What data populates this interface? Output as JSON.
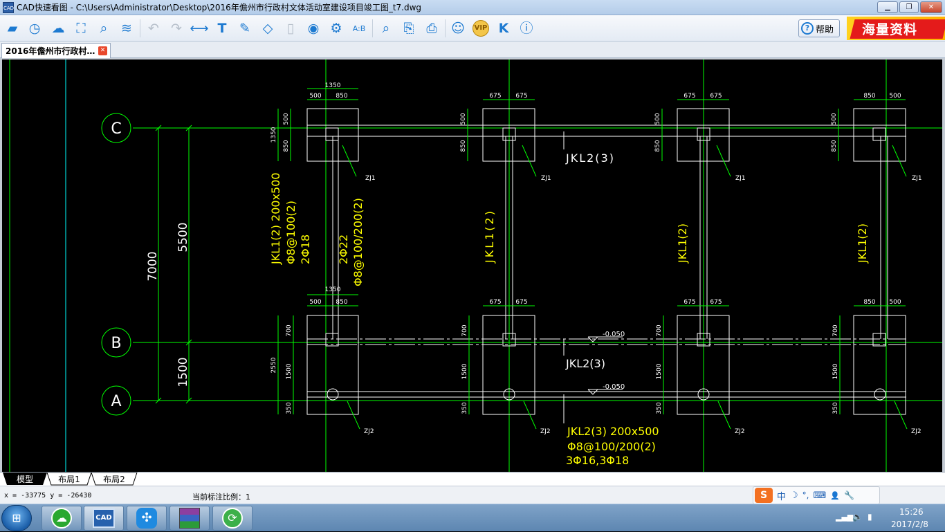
{
  "window": {
    "title": "CAD快速看图 - C:\\Users\\Administrator\\Desktop\\2016年儋州市行政村文体活动室建设项目竣工图_t7.dwg",
    "icon_label": "CAD",
    "minimize_icon": "minimize-icon",
    "maximize_icon": "restore-icon",
    "close_icon": "close-icon"
  },
  "toolbar": {
    "icons": [
      "open-folder-icon",
      "history-icon",
      "cloud-icon",
      "fit-screen-icon",
      "zoom-window-icon",
      "layers-icon",
      "undo-icon",
      "redo-icon",
      "measure-icon",
      "text-icon",
      "pen-icon",
      "eraser-icon",
      "delete-icon",
      "hide-icon",
      "settings-icon",
      "units-icon",
      "search-icon",
      "export-icon",
      "print-icon",
      "account-icon",
      "vip-icon",
      "k-icon",
      "info-icon"
    ],
    "help_label": "帮助",
    "ad_label": "海量资料"
  },
  "document_tab": {
    "label": "2016年儋州市行政村…",
    "close_icon": "close-icon"
  },
  "drawing": {
    "axes": [
      "C",
      "B",
      "A"
    ],
    "dims_vertical": [
      "7000",
      "5500",
      "1500"
    ],
    "col_top_dims": [
      "1350",
      "500",
      "850",
      "675",
      "675",
      "675",
      "675",
      "850",
      "500"
    ],
    "col_bottom_dims": [
      "1350",
      "500",
      "850",
      "675",
      "675",
      "675",
      "675",
      "850",
      "500"
    ],
    "side_dims_top": [
      "1350",
      "500",
      "850",
      "500",
      "850",
      "500",
      "850",
      "500",
      "850"
    ],
    "side_dims_bottom": [
      "2550",
      "700",
      "1500",
      "350",
      "700",
      "1500",
      "350",
      "700",
      "1500",
      "350",
      "700",
      "1500",
      "350"
    ],
    "column_tags": [
      "ZJ1",
      "ZJ1",
      "ZJ1",
      "ZJ1",
      "ZJ2",
      "ZJ2",
      "ZJ2",
      "ZJ2"
    ],
    "beam_labels": {
      "jkl2_top": "JKL2(3)",
      "jkl2_mid": "JKL2(3)",
      "jkl1_left_1": "JKL1(2) 200x500",
      "jkl1_left_2": "Φ8@100(2)",
      "jkl1_left_3": "2Φ18",
      "jkl1_left_4": "2Φ22",
      "jkl1_left_5": "Φ8@100/200(2)",
      "jkl1_c2": "JKL1(2)",
      "jkl1_c3": "JKL1(2)",
      "jkl1_c4": "JKL1(2)",
      "jkl2_bot_1": "JKL2(3) 200x500",
      "jkl2_bot_2": "Φ8@100/200(2)",
      "jkl2_bot_3": "3Φ16,3Φ18",
      "elev_1": "-0.050",
      "elev_2": "-0.050"
    }
  },
  "layout_tabs": [
    "模型",
    "布局1",
    "布局2"
  ],
  "status": {
    "coords": "x = -33775  y = -26430",
    "scale": "当前标注比例：1"
  },
  "ime": {
    "logo": "S",
    "items": [
      "中",
      "☽",
      "°,",
      "⌨",
      "👤",
      "🔧"
    ]
  },
  "taskbar": {
    "apps": [
      "cloud-app",
      "cad-viewer",
      "network-app",
      "winrar",
      "update-app"
    ],
    "time": "15:26",
    "date": "2017/2/8"
  },
  "colors": {
    "canvas": "#000000",
    "green": "#00ff00",
    "cyan": "#00ffff",
    "white": "#ffffff",
    "yellow": "#ffff00"
  }
}
